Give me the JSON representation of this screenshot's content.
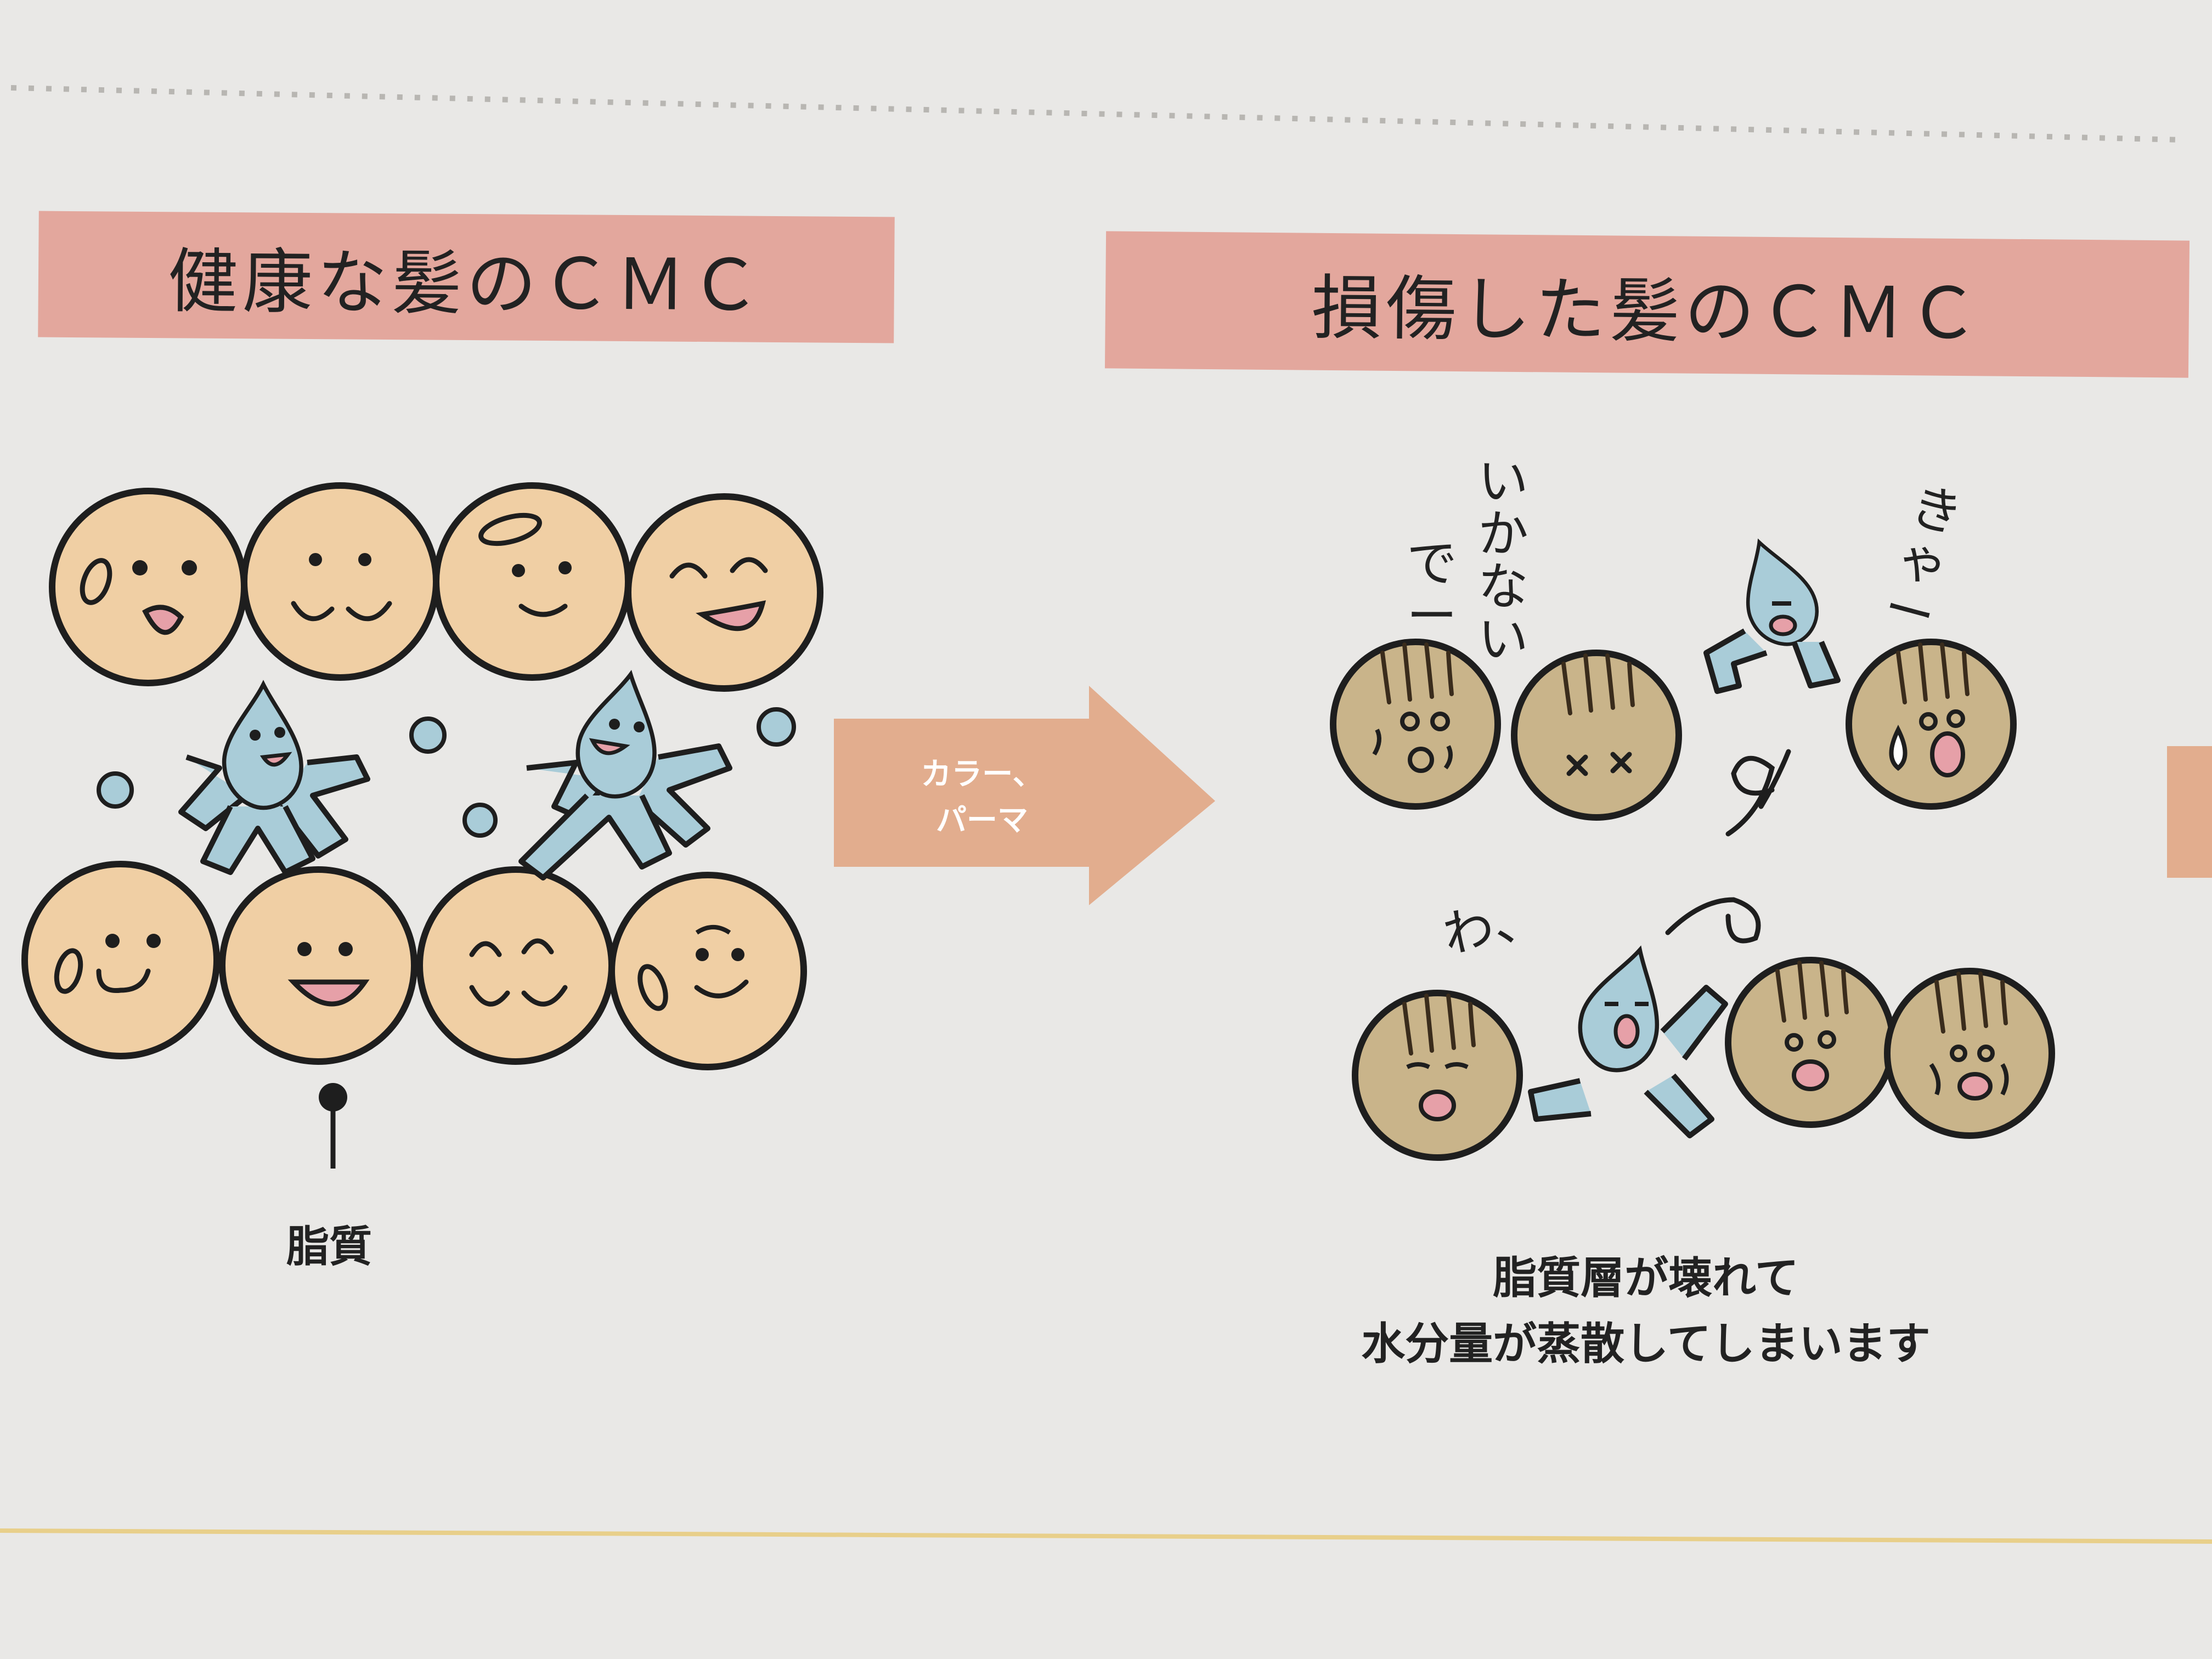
{
  "header_left": {
    "text": "健康な髪のＣＭＣ"
  },
  "header_right": {
    "text": "損傷した髪のＣＭＣ"
  },
  "arrow": {
    "line1": "カラー、",
    "line2": "パーマ"
  },
  "lipid_label": "脂質",
  "caption": {
    "line1": "脂質層が壊れて",
    "line2": "水分量が蒸散してしまいます"
  },
  "handwritten": {
    "ikanai_line1": "い",
    "ikanai_line2": "か",
    "ikanai_line3": "な",
    "ikanai_line4": "い",
    "de_line1": "で",
    "de_line2": "ー",
    "kya_line1": "きゃ",
    "kya_line2": "ー",
    "wa": "わ、"
  },
  "colors": {
    "background": "#e9e8e6",
    "header": "#e3a79d",
    "arrow": "#e2ad8e",
    "healthy_cell": "#f0cfa4",
    "damaged_cell": "#c9b48a",
    "water": "#a9ccd8",
    "outline": "#1e1e1e"
  },
  "icons": {
    "healthy_cells": "smiling-cell-icon",
    "damaged_cells": "damaged-cell-icon",
    "water": "water-drop-character-icon",
    "arrow": "right-arrow-icon"
  }
}
